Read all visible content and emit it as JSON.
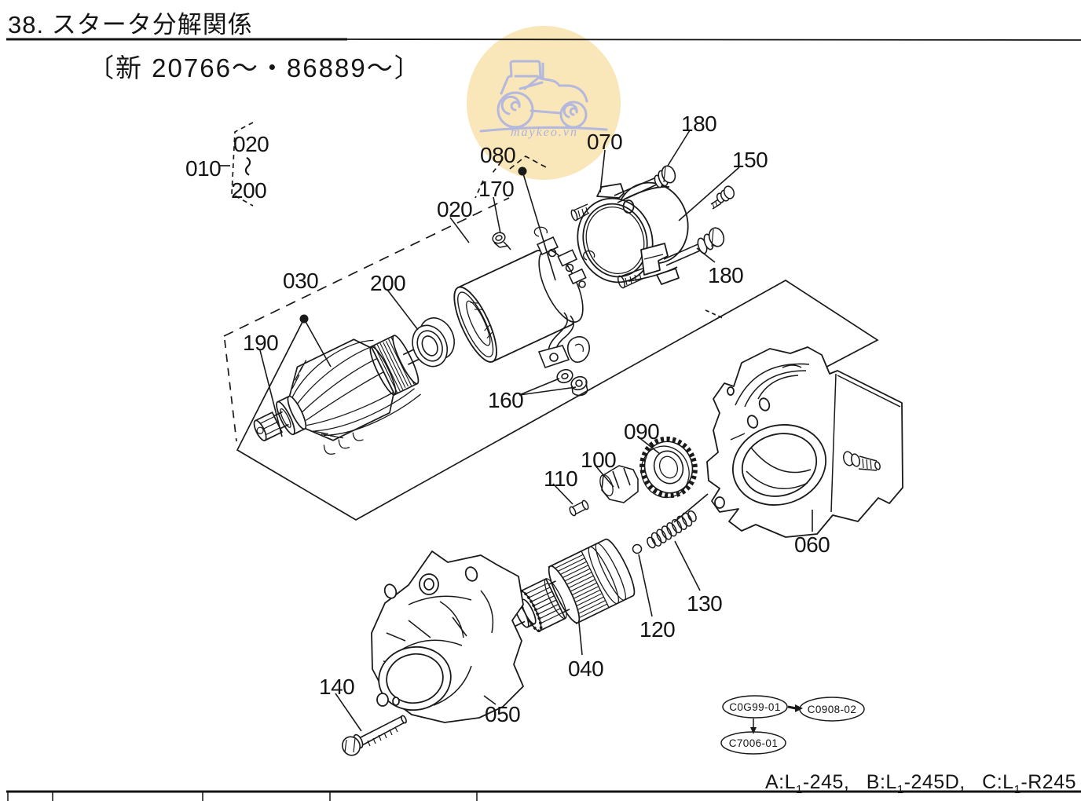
{
  "page": {
    "section_number": "38.",
    "title": "スタータ分解関係",
    "subtitle": "〔新 20766〜・86889〜〕"
  },
  "watermark": {
    "text": "maykeo.vn"
  },
  "colors": {
    "watermark_fill": "#f9e7ba",
    "watermark_line": "#b4b8dd",
    "ink": "#171717"
  },
  "bracket_group": {
    "label": "010",
    "start": "020",
    "tilde": "〜",
    "end": "200"
  },
  "part_labels": {
    "g010": "010",
    "b020": "020",
    "b200": "200",
    "y020": "020",
    "c170": "170",
    "b080": "080",
    "h070": "070",
    "t180a": "180",
    "s150": "150",
    "t180b": "180",
    "a030": "030",
    "br200": "200",
    "j190": "190",
    "n160": "160",
    "g090": "090",
    "cl100": "100",
    "p110": "110",
    "h060": "060",
    "sp130": "130",
    "ball120": "120",
    "d040": "040",
    "f050": "050",
    "bolt140": "140"
  },
  "ref_codes": {
    "code1": "C0G99-01",
    "code2": "C0908-02",
    "code3": "C7006-01"
  },
  "footer": {
    "models": [
      {
        "pre": "A:L",
        "sub": "1",
        "post": "-245,"
      },
      {
        "pre": "B:L",
        "sub": "1",
        "post": "-245D,"
      },
      {
        "pre": "C:L",
        "sub": "1",
        "post": "-R245"
      }
    ]
  }
}
